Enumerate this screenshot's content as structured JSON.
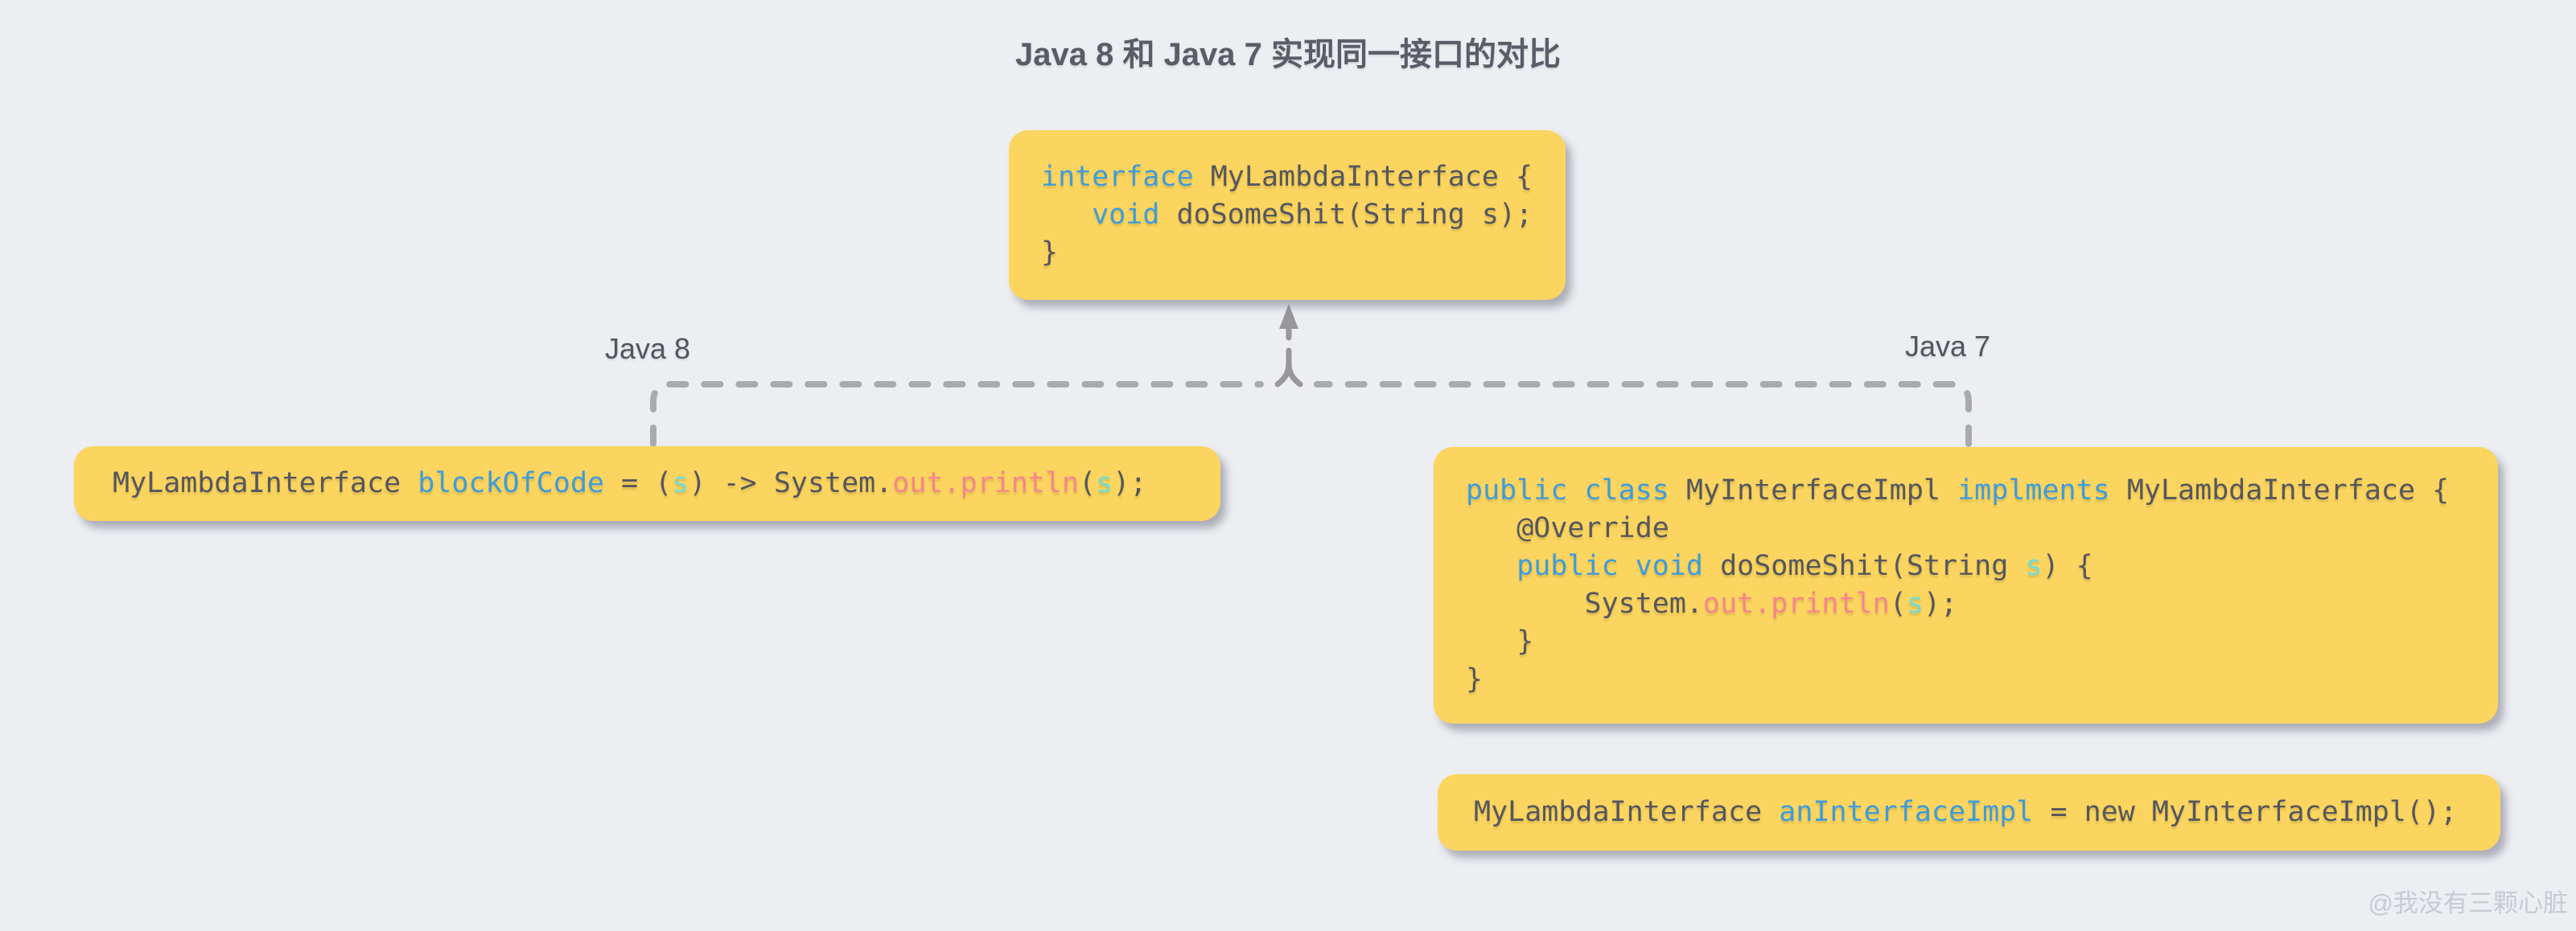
{
  "title": "Java 8 和 Java 7 实现同一接口的对比",
  "watermark": "@我没有三颗心脏",
  "labels": {
    "left": "Java 8",
    "right": "Java 7"
  },
  "colors": {
    "background": "#ECEEF2",
    "box": "#FBD55F",
    "plain": "#55575F",
    "keyword": "#3E9CDB",
    "param": "#72DCD6",
    "method": "#F8858D",
    "title": "#5A5D68",
    "label": "#53555E",
    "line": "#A9AAAE",
    "arrow": "#97979C",
    "watermark": "#C6CBD4"
  },
  "boxes": {
    "interface": {
      "lines": [
        [
          {
            "t": "interface",
            "c": "keyword"
          },
          {
            "t": " MyLambdaInterface {",
            "c": "plain"
          }
        ],
        [
          {
            "t": "   ",
            "c": "plain"
          },
          {
            "t": "void",
            "c": "keyword"
          },
          {
            "t": " doSomeShit(String s);",
            "c": "plain"
          }
        ],
        [
          {
            "t": "}",
            "c": "plain"
          }
        ]
      ]
    },
    "java8": {
      "lines": [
        [
          {
            "t": "MyLambdaInterface ",
            "c": "plain"
          },
          {
            "t": "blockOfCode",
            "c": "keyword"
          },
          {
            "t": " = (",
            "c": "plain"
          },
          {
            "t": "s",
            "c": "param"
          },
          {
            "t": ") -> System.",
            "c": "plain"
          },
          {
            "t": "out.println",
            "c": "method"
          },
          {
            "t": "(",
            "c": "plain"
          },
          {
            "t": "s",
            "c": "param"
          },
          {
            "t": ");",
            "c": "plain"
          }
        ]
      ]
    },
    "java7": {
      "lines": [
        [
          {
            "t": "public class",
            "c": "keyword"
          },
          {
            "t": " MyInterfaceImpl ",
            "c": "plain"
          },
          {
            "t": "implments",
            "c": "keyword"
          },
          {
            "t": " MyLambdaInterface {",
            "c": "plain"
          }
        ],
        [
          {
            "t": "   @Override",
            "c": "plain"
          }
        ],
        [
          {
            "t": "   ",
            "c": "plain"
          },
          {
            "t": "public void",
            "c": "keyword"
          },
          {
            "t": " doSomeShit(String ",
            "c": "plain"
          },
          {
            "t": "s",
            "c": "param"
          },
          {
            "t": ") {",
            "c": "plain"
          }
        ],
        [
          {
            "t": "       System.",
            "c": "plain"
          },
          {
            "t": "out.println",
            "c": "method"
          },
          {
            "t": "(",
            "c": "plain"
          },
          {
            "t": "s",
            "c": "param"
          },
          {
            "t": ");",
            "c": "plain"
          }
        ],
        [
          {
            "t": "   }",
            "c": "plain"
          }
        ],
        [
          {
            "t": "}",
            "c": "plain"
          }
        ]
      ]
    },
    "java7_usage": {
      "lines": [
        [
          {
            "t": "MyLambdaInterface ",
            "c": "plain"
          },
          {
            "t": "anInterfaceImpl",
            "c": "keyword"
          },
          {
            "t": " = new MyInterfaceImpl();",
            "c": "plain"
          }
        ]
      ]
    }
  }
}
